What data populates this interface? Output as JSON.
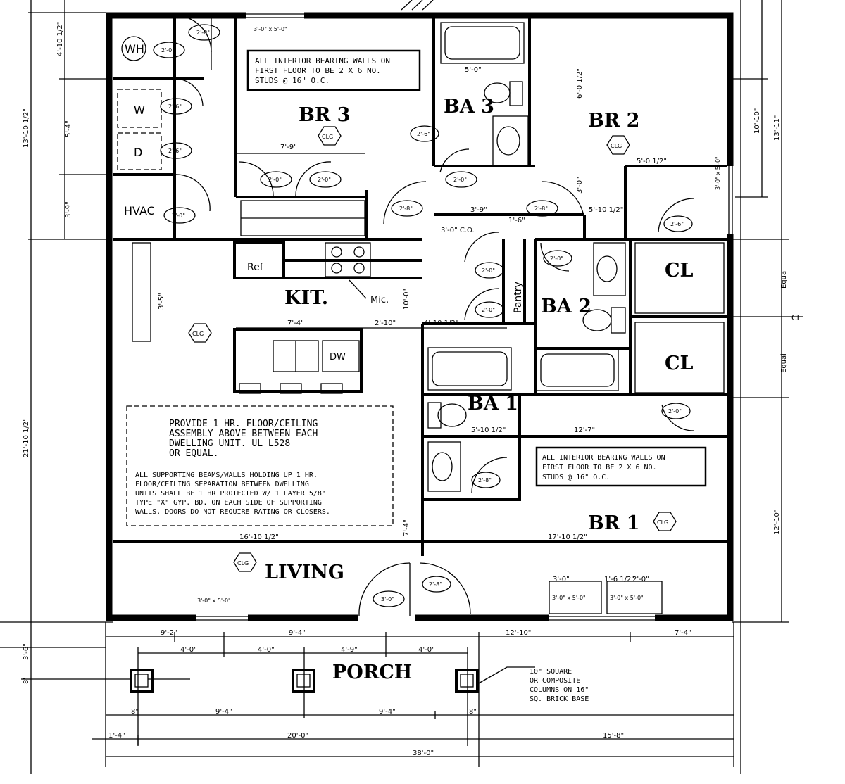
{
  "rooms": {
    "br3": "BR 3",
    "ba3": "BA 3",
    "br2": "BR 2",
    "kit": "KIT.",
    "ba2": "BA 2",
    "cl_upper": "CL",
    "cl_lower": "CL",
    "ba1": "BA 1",
    "br1": "BR 1",
    "living": "LIVING",
    "porch": "PORCH"
  },
  "fixtures": {
    "wh": "WH",
    "w": "W",
    "d": "D",
    "hvac": "HVAC",
    "ref": "Ref",
    "mic": "Mic.",
    "dw": "DW",
    "pantry": "Pantry",
    "cl_axis": "CL"
  },
  "notes": {
    "bearing_upper": [
      "ALL INTERIOR BEARING WALLS ON",
      "FIRST FLOOR TO BE 2 X 6 NO.",
      "STUDS @ 16\" O.C."
    ],
    "bearing_lower": [
      "ALL INTERIOR BEARING WALLS ON",
      "FIRST FLOOR TO BE 2 X 6 NO.",
      "STUDS @ 16\" O.C."
    ],
    "fire_rating": [
      "PROVIDE 1 HR. FLOOR/CEILING",
      "ASSEMBLY ABOVE BETWEEN EACH",
      "DWELLING UNIT. UL L528",
      "OR EQUAL.",
      "",
      "ALL SUPPORTING BEAMS/WALLS HOLDING UP 1 HR.",
      "FLOOR/CEILING SEPARATION BETWEEN DWELLING",
      "UNITS SHALL BE 1 HR PROTECTED W/ 1 LAYER 5/8\"",
      "TYPE \"X\" GYP. BD. ON EACH SIDE OF SUPPORTING",
      "WALLS. DOORS DO NOT REQUIRE RATING OR CLOSERS."
    ],
    "column": [
      "10\" SQUARE",
      "OR COMPOSITE",
      "COLUMNS ON 16\"",
      "SQ. BRICK BASE"
    ]
  },
  "doors": {
    "d1": "2'-8\"",
    "d2": "2'-0\"",
    "d3": "2'-6\"",
    "d4": "2'-6\"",
    "d5": "2'-0\"",
    "d6": "2'-0\"",
    "d7": "2'-0\"",
    "d8": "2'-6\"",
    "d9": "2'-8\"",
    "d10": "2'-0\"",
    "d11": "2'-8\"",
    "d12": "2'-6\"",
    "d13": "2'-0\"",
    "d14": "2'-0\"",
    "d15": "2'-0\"",
    "d16": "2'-0\"",
    "d17": "2'-8\"",
    "d18": "3'-0\"",
    "d19": "2'-8\""
  },
  "windows": {
    "w1": "3'-0\" x 5'-0\"",
    "w2": "3'-0\" x 5'-0\"",
    "w3": "3'-0\" x 5'-0\"",
    "w4": "3'-0\" x 5'-0\"",
    "w5": "3'-0\" x 5'-0\""
  },
  "dimensions": {
    "left_1": "4'-10 1/2\"",
    "left_2": "5'-4\"",
    "left_3": "3'-9\"",
    "left_4": "13'-10 1/2\"",
    "left_5": "21'-10 1/2\"",
    "left_6": "3'-6\"",
    "left_7": "8'",
    "right_1": "10'-10\"",
    "right_2": "13'-11\"",
    "right_3": "Equal",
    "right_4": "Equal",
    "right_5": "12'-10\"",
    "int_1": "7'-9\"",
    "int_2": "5'-0\"",
    "int_3": "6'-0 1/2\"",
    "int_4": "3'-0\"",
    "int_5": "5'-0 1/2\"",
    "int_6": "3'-0\" C.O.",
    "int_7": "1'-6\"",
    "int_8": "3'-9\"",
    "int_9": "7'-4\"",
    "int_10": "2'-10\"",
    "int_11": "4'-10 1/2\"",
    "int_12": "5'-10 1/2\"",
    "int_13": "5'-10 1/2\"",
    "int_14": "12'-7\"",
    "int_15": "16'-10 1/2\"",
    "int_16": "17'-10 1/2\"",
    "int_17": "7'-4\"",
    "int_18": "3'-5\"",
    "int_19": "3'-0\"",
    "int_20": "2'-0\"",
    "int_21": "1'-6 1/2\"",
    "int_22": "10'-0\"",
    "bot_1": "9'-2\"",
    "bot_2": "9'-4\"",
    "bot_3": "12'-10\"",
    "bot_4": "7'-4\"",
    "bot_5": "4'-0\"",
    "bot_6": "4'-0\"",
    "bot_7": "4'-9\"",
    "bot_8": "4'-0\"",
    "bot_9": "9'-4\"",
    "bot_10": "9'-4\"",
    "bot_11": "1'-4\"",
    "bot_12": "20'-0\"",
    "bot_13": "15'-8\"",
    "bot_14": "38'-0\"",
    "bot_15": "8\"",
    "bot_16": "8\""
  },
  "elev": "CLG"
}
